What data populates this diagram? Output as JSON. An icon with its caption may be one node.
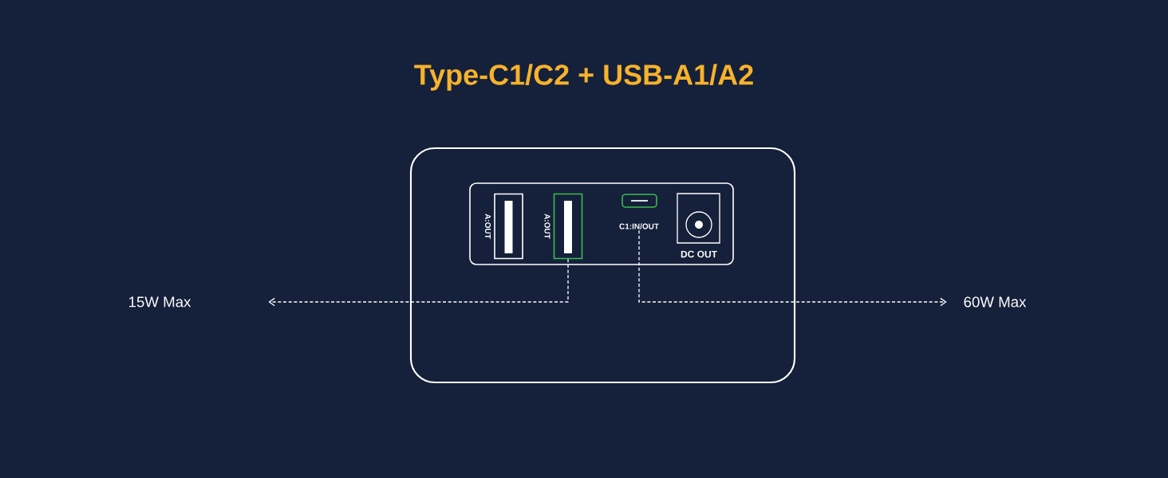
{
  "diagram": {
    "title": "Type-C1/C2 + USB-A1/A2",
    "nodes": [
      {
        "text": [],
        "shape": "box"
      },
      {
        "text": [],
        "shape": "box",
        "in": 0
      },
      {
        "text": [
          "A:OUT"
        ],
        "in": 1
      },
      {
        "text": [
          "A:OUT"
        ],
        "in": 1
      },
      {
        "text": [
          "C1:IN/OUT"
        ],
        "in": 1
      },
      {
        "text": [
          "DC  OUT"
        ],
        "in": 1
      },
      {
        "text": [
          "15W Max"
        ]
      },
      {
        "text": [
          "60W Max"
        ]
      }
    ],
    "edges": [
      {
        "from": 3,
        "to": 6,
        "arrow": "to",
        "style": "dashed"
      },
      {
        "from": 4,
        "to": 7,
        "arrow": "to",
        "style": "dashed"
      }
    ]
  }
}
